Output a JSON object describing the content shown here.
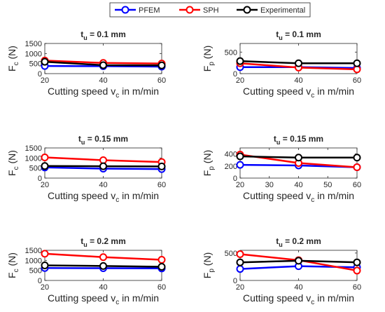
{
  "legend": {
    "placement": "top-center",
    "entries": [
      {
        "label": "PFEM",
        "color": "#0000ff"
      },
      {
        "label": "SPH",
        "color": "#ff0000"
      },
      {
        "label": "Experimental",
        "color": "#000000"
      }
    ]
  },
  "chart_data": [
    {
      "type": "line",
      "title": "t_u = 0.1 mm",
      "title_base": "t",
      "title_sub": "u",
      "title_rest": " = 0.1 mm",
      "xlabel_base": "Cutting speed v",
      "xlabel_sub": "c",
      "xlabel_rest": " in m/min",
      "ylabel_base": "F",
      "ylabel_sub": "c",
      "ylabel_rest": " (N)",
      "x": [
        20,
        40,
        60
      ],
      "xlim": [
        20,
        60
      ],
      "xticks": [
        "20",
        "40",
        "60"
      ],
      "ylim": [
        0,
        1500
      ],
      "yticks": [
        "0",
        "500",
        "1000",
        "1500"
      ],
      "series": [
        {
          "name": "PFEM",
          "color": "#0000ff",
          "values": [
            380,
            370,
            350
          ]
        },
        {
          "name": "SPH",
          "color": "#ff0000",
          "values": [
            650,
            530,
            500
          ]
        },
        {
          "name": "Experimental",
          "color": "#000000",
          "values": [
            590,
            420,
            410
          ]
        }
      ]
    },
    {
      "type": "line",
      "title": "t_u = 0.1 mm",
      "title_base": "t",
      "title_sub": "u",
      "title_rest": " = 0.1 mm",
      "xlabel_base": "Cutting speed v",
      "xlabel_sub": "c",
      "xlabel_rest": " in m/min",
      "ylabel_base": "F",
      "ylabel_sub": "p",
      "ylabel_rest": " (N)",
      "x": [
        20,
        40,
        60
      ],
      "xlim": [
        20,
        60
      ],
      "xticks": [
        "20",
        "40",
        "60"
      ],
      "ylim": [
        0,
        700
      ],
      "yticks": [
        "0",
        "500"
      ],
      "series": [
        {
          "name": "PFEM",
          "color": "#0000ff",
          "values": [
            150,
            150,
            130
          ]
        },
        {
          "name": "SPH",
          "color": "#ff0000",
          "values": [
            240,
            140,
            100
          ]
        },
        {
          "name": "Experimental",
          "color": "#000000",
          "values": [
            290,
            240,
            240
          ]
        }
      ]
    },
    {
      "type": "line",
      "title": "t_u = 0.15 mm",
      "title_base": "t",
      "title_sub": "u",
      "title_rest": " = 0.15 mm",
      "xlabel_base": "Cutting speed v",
      "xlabel_sub": "c",
      "xlabel_rest": " in m/min",
      "ylabel_base": "F",
      "ylabel_sub": "c",
      "ylabel_rest": " (N)",
      "x": [
        20,
        40,
        60
      ],
      "xlim": [
        20,
        60
      ],
      "xticks": [
        "20",
        "40",
        "60"
      ],
      "ylim": [
        0,
        1500
      ],
      "yticks": [
        "0",
        "500",
        "1000",
        "1500"
      ],
      "series": [
        {
          "name": "PFEM",
          "color": "#0000ff",
          "values": [
            530,
            470,
            450
          ]
        },
        {
          "name": "SPH",
          "color": "#ff0000",
          "values": [
            1030,
            890,
            800
          ]
        },
        {
          "name": "Experimental",
          "color": "#000000",
          "values": [
            600,
            590,
            580
          ]
        }
      ]
    },
    {
      "type": "line",
      "title": "t_u = 0.15 mm",
      "title_base": "t",
      "title_sub": "u",
      "title_rest": " = 0.15 mm",
      "xlabel_base": "Cutting speed v",
      "xlabel_sub": "c",
      "xlabel_rest": " in m/min",
      "ylabel_base": "F",
      "ylabel_sub": "p",
      "ylabel_rest": " (N)",
      "x": [
        20,
        40,
        60
      ],
      "xlim": [
        20,
        60
      ],
      "xticks": [
        "20",
        "30",
        "40",
        "50",
        "60"
      ],
      "ylim": [
        0,
        500
      ],
      "yticks": [
        "0",
        "200",
        "400"
      ],
      "series": [
        {
          "name": "PFEM",
          "color": "#0000ff",
          "values": [
            220,
            210,
            180
          ]
        },
        {
          "name": "SPH",
          "color": "#ff0000",
          "values": [
            390,
            250,
            180
          ]
        },
        {
          "name": "Experimental",
          "color": "#000000",
          "values": [
            360,
            340,
            340
          ]
        }
      ]
    },
    {
      "type": "line",
      "title": "t_u = 0.2 mm",
      "title_base": "t",
      "title_sub": "u",
      "title_rest": " = 0.2 mm",
      "xlabel_base": "Cutting speed v",
      "xlabel_sub": "c",
      "xlabel_rest": " in m/min",
      "ylabel_base": "F",
      "ylabel_sub": "c",
      "ylabel_rest": " (N)",
      "x": [
        20,
        40,
        60
      ],
      "xlim": [
        20,
        60
      ],
      "xticks": [
        "20",
        "40",
        "60"
      ],
      "ylim": [
        0,
        1500
      ],
      "yticks": [
        "0",
        "500",
        "1000",
        "1500"
      ],
      "series": [
        {
          "name": "PFEM",
          "color": "#0000ff",
          "values": [
            620,
            610,
            600
          ]
        },
        {
          "name": "SPH",
          "color": "#ff0000",
          "values": [
            1330,
            1160,
            1030
          ]
        },
        {
          "name": "Experimental",
          "color": "#000000",
          "values": [
            750,
            720,
            680
          ]
        }
      ]
    },
    {
      "type": "line",
      "title": "t_u = 0.2 mm",
      "title_base": "t",
      "title_sub": "u",
      "title_rest": " = 0.2 mm",
      "xlabel_base": "Cutting speed v",
      "xlabel_sub": "c",
      "xlabel_rest": " in m/min",
      "ylabel_base": "F",
      "ylabel_sub": "p",
      "ylabel_rest": " (N)",
      "x": [
        20,
        40,
        60
      ],
      "xlim": [
        20,
        60
      ],
      "xticks": [
        "20",
        "40",
        "60"
      ],
      "ylim": [
        0,
        550
      ],
      "yticks": [
        "0",
        "500"
      ],
      "series": [
        {
          "name": "PFEM",
          "color": "#0000ff",
          "values": [
            210,
            260,
            240
          ]
        },
        {
          "name": "SPH",
          "color": "#ff0000",
          "values": [
            480,
            370,
            180
          ]
        },
        {
          "name": "Experimental",
          "color": "#000000",
          "values": [
            330,
            360,
            330
          ]
        }
      ]
    }
  ]
}
